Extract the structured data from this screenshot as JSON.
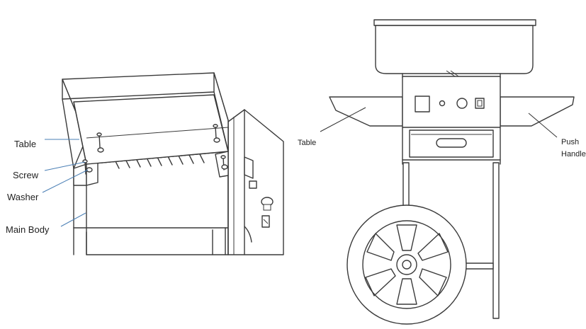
{
  "left_figure": {
    "labels": {
      "table": "Table",
      "screw": "Screw",
      "washer": "Washer",
      "main_body": "Main Body"
    }
  },
  "right_figure": {
    "labels": {
      "table": "Table",
      "push_handle_line1": "Push",
      "push_handle_line2": "Handle"
    }
  }
}
